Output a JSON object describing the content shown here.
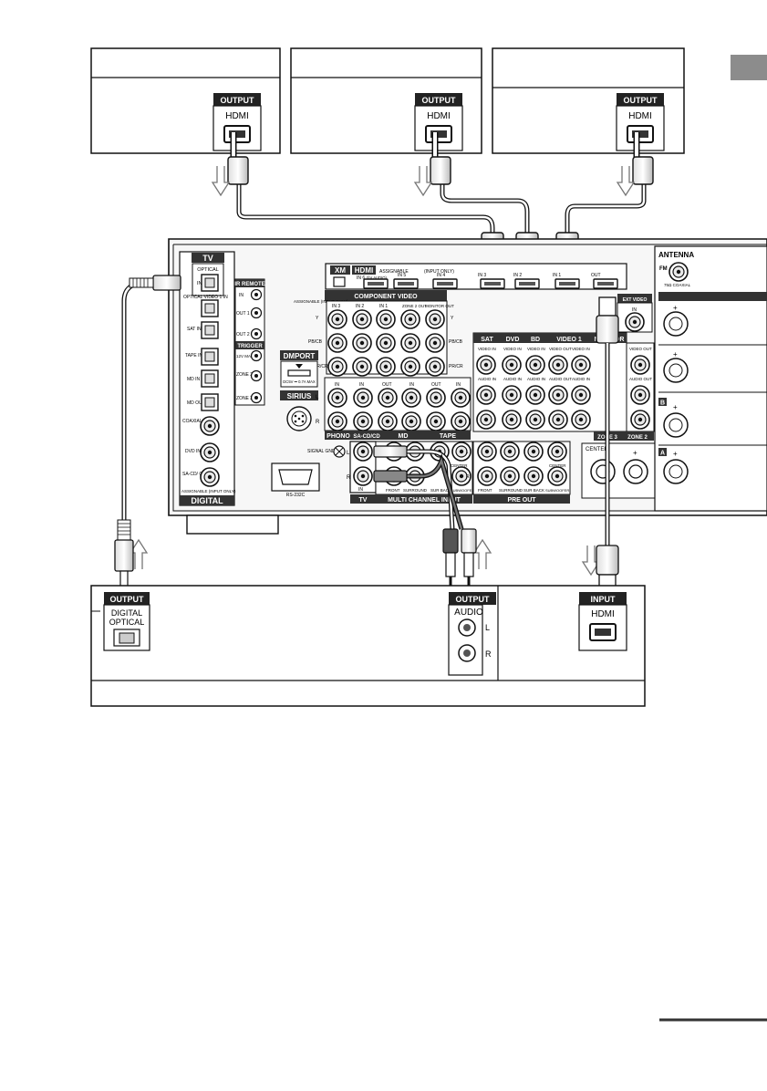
{
  "devices": {
    "top": [
      {
        "output_label": "OUTPUT",
        "port_label": "HDMI"
      },
      {
        "output_label": "OUTPUT",
        "port_label": "HDMI"
      },
      {
        "output_label": "OUTPUT",
        "port_label": "HDMI"
      }
    ],
    "bottom_left": {
      "output_label": "OUTPUT",
      "port_line1": "DIGITAL",
      "port_line2": "OPTICAL",
      "audio_label": "AUDIO",
      "audio_l": "L",
      "audio_r": "R"
    },
    "bottom_right": {
      "input_label": "INPUT",
      "port_label": "HDMI"
    }
  },
  "receiver": {
    "tv_label": "TV",
    "optical_label": "OPTICAL",
    "optical_in": "IN",
    "optical_side": [
      "OPTICAL VIDEO 1 IN",
      "SAT IN",
      "TAPE IN",
      "MD IN",
      "MD OUT"
    ],
    "coaxial_labels": [
      "COAXIAL BD IN",
      "DVD IN",
      "SA-CD/ CD IN"
    ],
    "coaxial_note": "ASSIGNABLE (INPUT ONLY)",
    "digital_label": "DIGITAL",
    "ir_remote": "IR REMOTE",
    "ir_ports": [
      "IN",
      "OUT 1",
      "OUT 2"
    ],
    "trigger": "TRIGGER",
    "trigger_ports": [
      "12V MAX",
      "ZONE 2",
      "ZONE 3"
    ],
    "xm": "XM",
    "hdmi": "HDMI",
    "hdmi_assignable": "ASSIGNABLE",
    "hdmi_input_only": "(INPUT ONLY)",
    "hdmi_ports": [
      "IN 6",
      "IN 5",
      "IN 4",
      "IN 3",
      "IN 2",
      "IN 1",
      "OUT"
    ],
    "hdmi_audio": "(for AUDIO)",
    "component_video": "COMPONENT VIDEO",
    "cv_assignable": "ASSIGNABLE (INPUT ONLY)",
    "cv_cols": [
      "IN 3",
      "IN 2",
      "IN 1",
      "ZONE 2 OUT",
      "MONITOR OUT"
    ],
    "cv_rows": [
      "Y",
      "PB/CB",
      "PR/CR"
    ],
    "dmport": "DMPORT",
    "dmport_spec": "DC5V ⎓ 0.7A MAX",
    "sirius": "SIRIUS",
    "ext_video": "EXT VIDEO",
    "ext_in": "IN",
    "sat": "SAT",
    "dvd": "DVD",
    "bd": "BD",
    "video1": "VIDEO 1",
    "monitor": "MONITOR",
    "video_in": "VIDEO IN",
    "audio_in": "AUDIO IN",
    "video_out": "VIDEO OUT",
    "audio_out": "AUDIO OUT",
    "phono": "PHONO",
    "sacd": "SA-CD/CD",
    "md": "MD",
    "tape": "TAPE",
    "in": "IN",
    "out": "OUT",
    "signal_gnd": "SIGNAL GND",
    "multi": "MULTI CHANNEL INPUT",
    "multi_ports": [
      "FRONT",
      "SURROUND",
      "SUR BACK",
      "CENTER",
      "SUBWOOFER"
    ],
    "pre_out": "PRE OUT",
    "pre_ports": [
      "FRONT",
      "SURROUND",
      "SUR BACK",
      "SUBWOOFER",
      "CENTER"
    ],
    "rs232c": "RS-232C",
    "tv_audio": "TV",
    "zone3": "ZONE 3",
    "zone2": "ZONE 2",
    "center": "CENTER",
    "antenna": "ANTENNA",
    "fm": "FM",
    "coax75": "75Ω COAXIAL",
    "L": "L",
    "R": "R",
    "speaker_b": "B",
    "speaker_a": "A",
    "plus": "+"
  },
  "colors": {
    "line": "#1a1a1a",
    "panel": "#f2f2f2",
    "header": "#333333",
    "tab": "#8c8c8c"
  }
}
